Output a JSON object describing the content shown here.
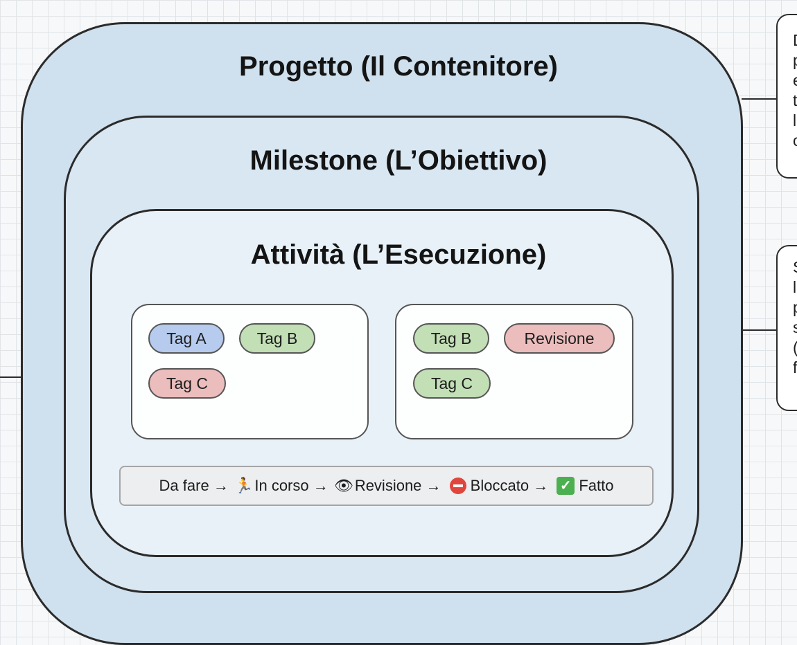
{
  "project": {
    "title": "Progetto (Il Contenitore)"
  },
  "milestone": {
    "title": "Milestone (L’Obiettivo)"
  },
  "activity": {
    "title": "Attività (L’Esecuzione)"
  },
  "task_boxes": [
    {
      "tags": [
        {
          "label": "Tag A",
          "color": "#b6cbee"
        },
        {
          "label": "Tag B",
          "color": "#c2dfb6"
        },
        {
          "label": "Tag C",
          "color": "#ecbdbd"
        }
      ]
    },
    {
      "tags": [
        {
          "label": "Tag B",
          "color": "#c2dfb6"
        },
        {
          "label": "Revisione",
          "color": "#ecbdbd"
        },
        {
          "label": "Tag C",
          "color": "#c2dfb6"
        }
      ]
    }
  ],
  "workflow": {
    "steps": [
      "Da fare",
      "In corso",
      "Revisione",
      "Bloccato",
      "Fatto"
    ],
    "arrow": "→",
    "icons": [
      "running-person-icon",
      "eye-icon",
      "no-entry-icon",
      "check-mark-icon"
    ]
  },
  "side_notes": [
    {
      "visible_letters": [
        "D",
        "p",
        "e",
        "t",
        "l",
        "c"
      ]
    },
    {
      "visible_letters": [
        "S",
        "l",
        "p",
        "s",
        "(",
        "f"
      ]
    }
  ],
  "colors": {
    "outer": "#cfe0ee",
    "middle": "#d9e7f2",
    "inner": "#e8f1f7",
    "stop": "#e0463c",
    "check": "#4caf50"
  }
}
